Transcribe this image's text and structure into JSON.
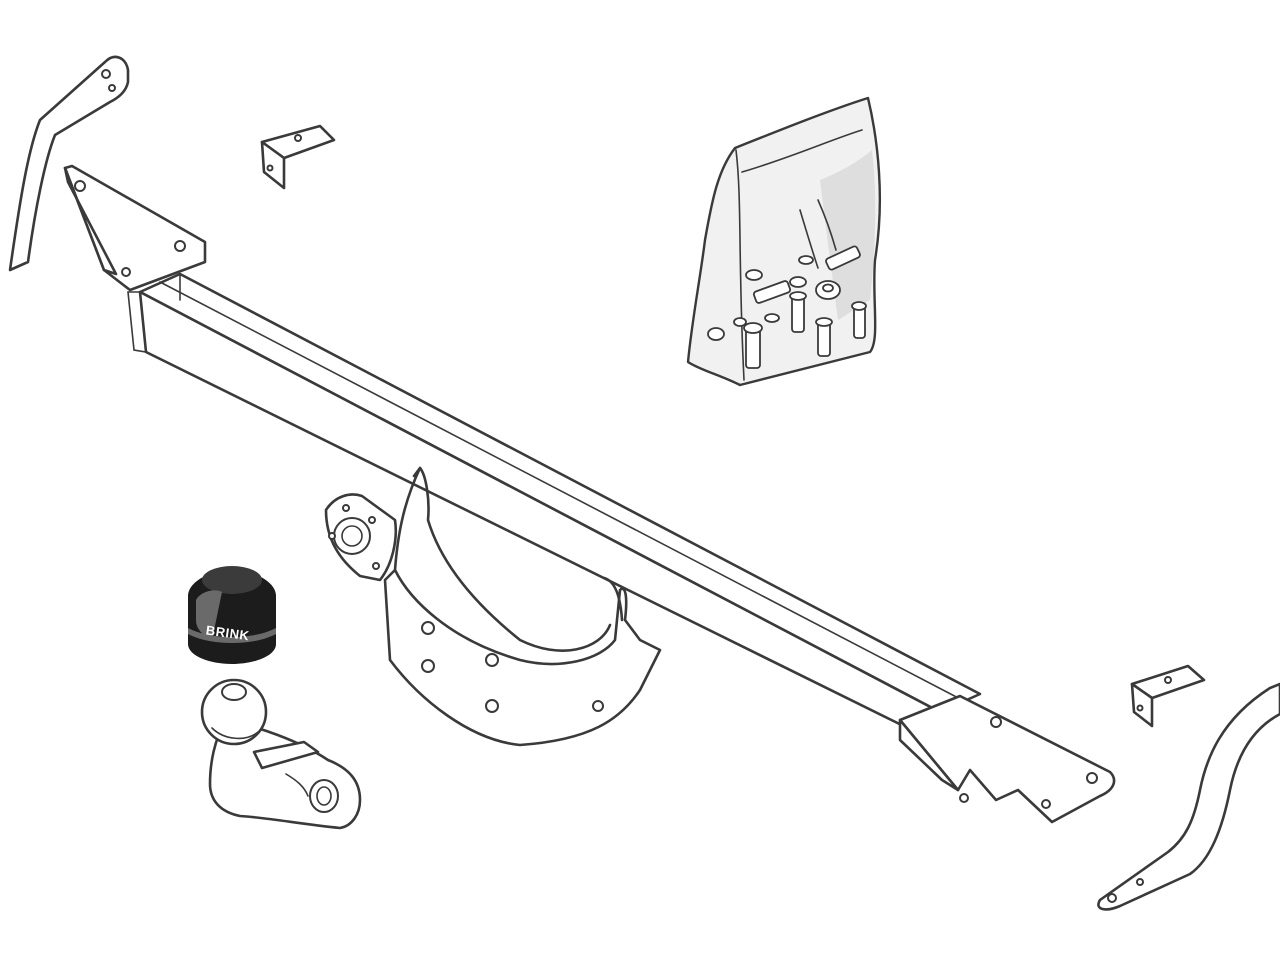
{
  "diagram": {
    "parts": [
      {
        "id": "crossbar",
        "icon": "tow-bar-crossbeam-icon"
      },
      {
        "id": "mounting-bracket-left",
        "icon": "mounting-bracket-icon"
      },
      {
        "id": "mounting-bracket-right",
        "icon": "mounting-bracket-icon"
      },
      {
        "id": "angle-bracket-left",
        "icon": "angle-bracket-icon"
      },
      {
        "id": "angle-bracket-right",
        "icon": "angle-bracket-icon"
      },
      {
        "id": "center-plate",
        "icon": "center-plate-icon"
      },
      {
        "id": "socket-plate",
        "icon": "socket-plate-icon"
      },
      {
        "id": "tow-ball",
        "icon": "tow-ball-icon"
      },
      {
        "id": "ball-cover-cap",
        "icon": "ball-cap-icon"
      },
      {
        "id": "fixing-kit-bag",
        "icon": "bolt-bag-icon"
      }
    ],
    "ball_cap_brand": "BRINK",
    "colors": {
      "line": "#3a3a3a",
      "cap": "#1c1c1c",
      "bag": "#f1f1f1"
    }
  }
}
